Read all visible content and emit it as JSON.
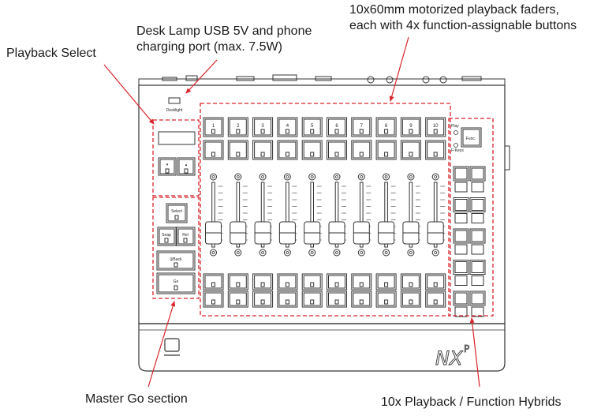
{
  "callouts": {
    "playback_select": "Playback Select",
    "desk_lamp": [
      "Desk Lamp USB 5V and phone",
      "charging port (max. 7.5W)"
    ],
    "faders": [
      "10x60mm motorized playback faders,",
      "each with 4x function-assignable buttons"
    ],
    "master_go": "Master Go section",
    "hybrids": "10x Playback / Function Hybrids"
  },
  "device": {
    "usb_label": "Desklight",
    "button_numbers": [
      "1",
      "2",
      "3",
      "4",
      "5",
      "6",
      "7",
      "8",
      "9",
      "10"
    ],
    "left_buttons": {
      "arrow_down": "▾",
      "arrow_up": "▴",
      "select": "Select",
      "snap": "Snap",
      "rel": "Rel",
      "back": "||/Back",
      "go": "Go"
    },
    "right_panel": {
      "play": "Play",
      "func": "Func.",
      "fkeys": "F-Keys"
    },
    "brand": "NX",
    "brand_sup": "P"
  },
  "colors": {
    "annotation_red": "#d8242a",
    "outline": "#333333"
  }
}
